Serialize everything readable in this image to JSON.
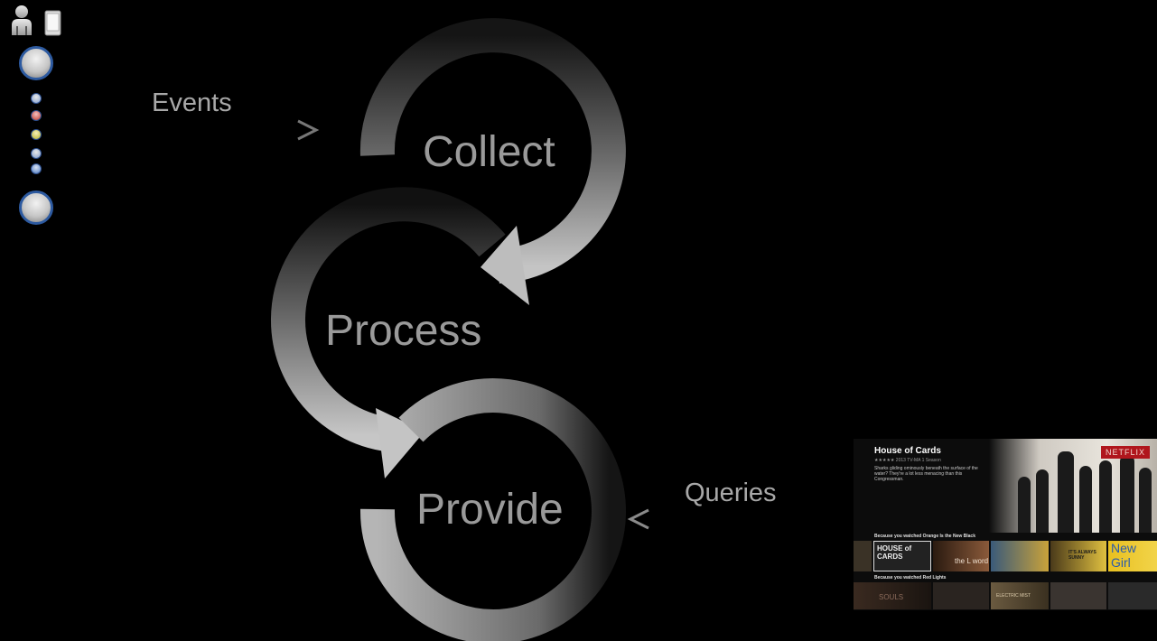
{
  "diagram": {
    "input_label": "Events",
    "output_label": "Queries",
    "stages": [
      "Collect",
      "Process",
      "Provide"
    ]
  },
  "sidebar": {
    "icons": [
      "person-icon",
      "phone-icon"
    ]
  },
  "netflix": {
    "logo": "NETFLIX",
    "title": "House of Cards",
    "meta": "★★★★★ 2013 TV-MA 1 Season",
    "description": "Sharks gliding ominously beneath the surface of the water? They're a lot less menacing than this Congressman.",
    "row1_heading": "Because you watched Orange Is the New Black",
    "row2_heading": "Because you watched Red Lights",
    "row1_titles": [
      "HOUSE of CARDS",
      "the L word",
      "IT'S ALWAYS SUNNY",
      "New Girl"
    ],
    "row2_titles": [
      "SOULS",
      "ELECTRIC MIST"
    ]
  },
  "colors": {
    "background": "#000000",
    "arrow": "#b0b0b0",
    "label": "#a8a8a8",
    "accent_ring": "#2d5aa0",
    "netflix_red": "#b0161d"
  }
}
